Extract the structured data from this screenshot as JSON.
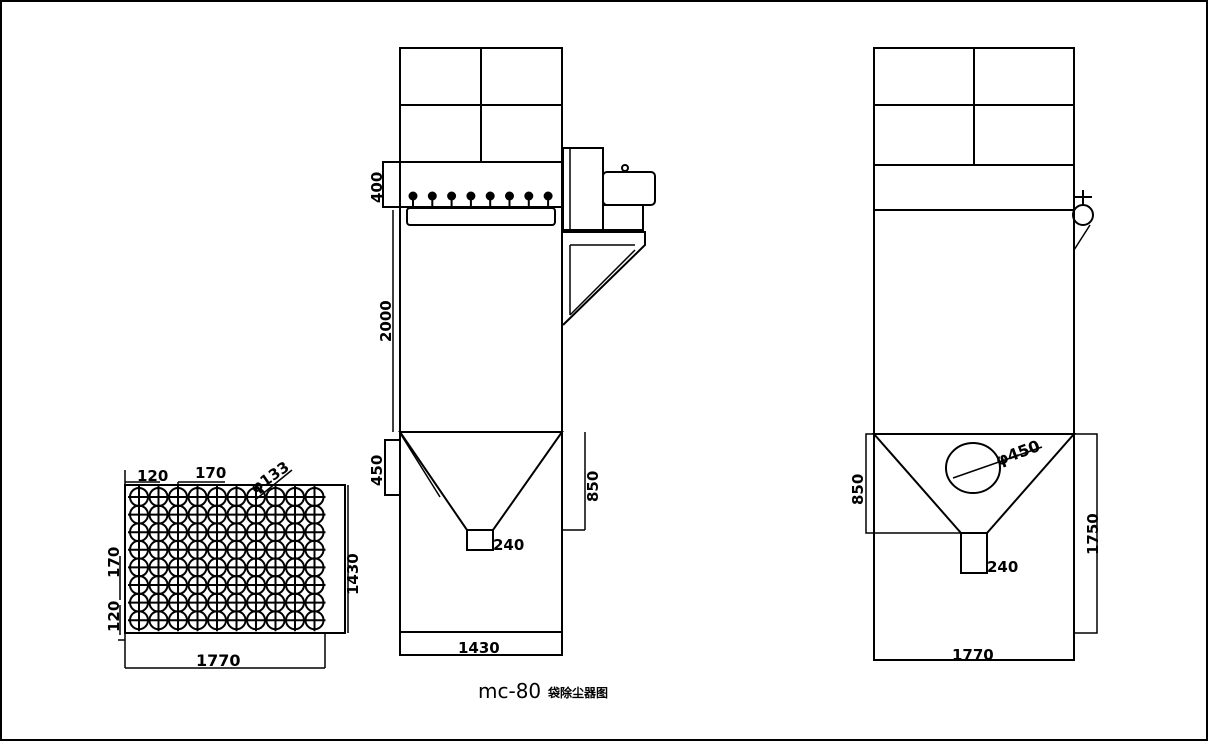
{
  "dimensions": {
    "top_view": {
      "edge_top": "120",
      "pitch_top": "170",
      "hole_diameter": "φ133",
      "pitch_left": "170",
      "edge_left": "120",
      "height": "1430",
      "width": "1770"
    },
    "front_view": {
      "header_height": "400",
      "bag_length": "2000",
      "inlet_height": "450",
      "hopper_height": "850",
      "outlet_size": "240",
      "width": "1430"
    },
    "side_view": {
      "inlet_diameter": "φ450",
      "hopper_height": "850",
      "support_height": "1750",
      "outlet_size": "240",
      "width": "1770"
    }
  },
  "title": {
    "model": "mc-80",
    "name": "袋除尘器图"
  },
  "grid": {
    "cols": 10,
    "rows": 8
  },
  "front_nozzles": 8
}
